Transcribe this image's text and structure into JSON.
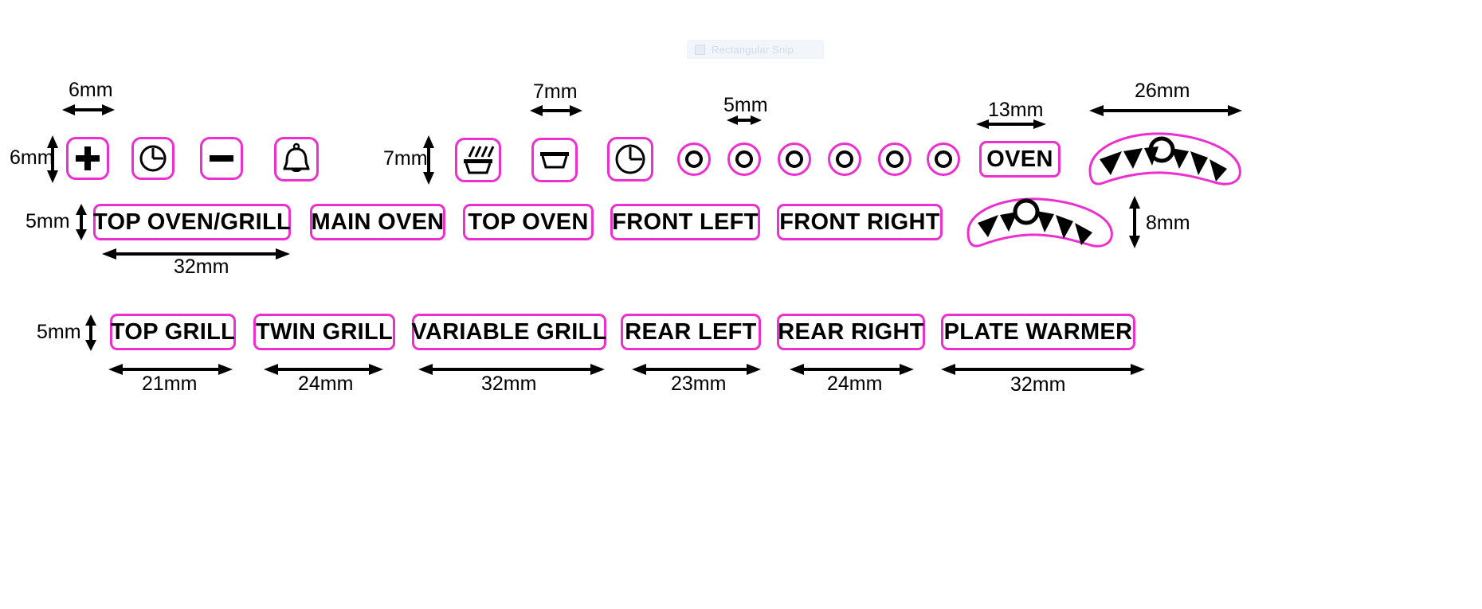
{
  "page": {
    "title": "Appliance control-panel key legend with dimensions",
    "background_color": "#ffffff",
    "outline_color": "#ee2fd0",
    "ink_color": "#000000"
  },
  "snip_overlay": {
    "label": "Rectangular Snip",
    "icon": "rectangular-snip-icon",
    "background_color": "#f2f6fb",
    "text_color": "#d2dbe6"
  },
  "row1": {
    "dimensions": {
      "width_label": "6mm",
      "height_label": "6mm",
      "group2_width_label": "7mm",
      "group2_height_label": "7mm",
      "circle_width_label": "5mm",
      "oven_width_label": "13mm",
      "burner_width_label": "26mm"
    },
    "icon_keys": [
      {
        "name": "plus-icon",
        "glyph": "plus"
      },
      {
        "name": "clock-icon",
        "glyph": "clock"
      },
      {
        "name": "minus-icon",
        "glyph": "minus"
      },
      {
        "name": "bell-icon",
        "glyph": "bell"
      },
      {
        "name": "grill-pan-icon",
        "glyph": "grillpan"
      },
      {
        "name": "oven-pan-icon",
        "glyph": "pan"
      },
      {
        "name": "timer-clock-icon",
        "glyph": "clock"
      }
    ],
    "circle_keys": [
      {
        "name": "ring-icon-1"
      },
      {
        "name": "ring-icon-2"
      },
      {
        "name": "ring-icon-3"
      },
      {
        "name": "ring-icon-4"
      },
      {
        "name": "ring-icon-5"
      },
      {
        "name": "ring-icon-6"
      }
    ],
    "oven_label": "OVEN",
    "burner_flame": {
      "name": "burner-flame-icon"
    }
  },
  "row2": {
    "height_label": "5mm",
    "top_oven_grill_width_label": "32mm",
    "burner_height_label": "8mm",
    "labels": [
      "TOP OVEN/GRILL",
      "MAIN OVEN",
      "TOP OVEN",
      "FRONT LEFT",
      "FRONT RIGHT"
    ],
    "burner_flame": {
      "name": "burner-flame-icon"
    }
  },
  "row3": {
    "height_label": "5mm",
    "labels": [
      "TOP GRILL",
      "TWIN GRILL",
      "VARIABLE GRILL",
      "REAR LEFT",
      "REAR RIGHT",
      "PLATE WARMER"
    ],
    "width_labels": [
      "21mm",
      "24mm",
      "32mm",
      "23mm",
      "24mm",
      "32mm"
    ]
  }
}
